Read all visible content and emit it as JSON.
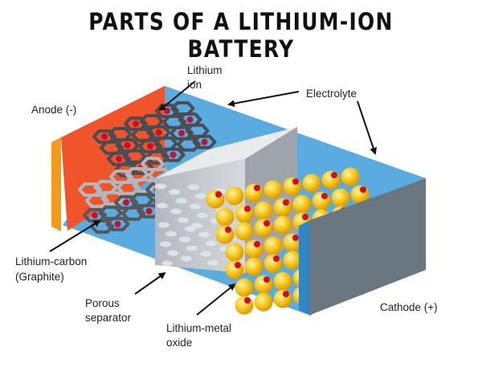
{
  "title": "PARTS OF A LITHIUM-ION BATTERY",
  "labels": {
    "lithium_ion": [
      "Lithium",
      "ion"
    ],
    "electrolyte": "Electrolyte",
    "anode": "Anode (-)",
    "lithium_carbon": [
      "Lithium-carbon",
      "(Graphite)"
    ],
    "porous_separator": [
      "Porous",
      "separator"
    ],
    "lithium_metal_oxide": [
      "Lithium-metal",
      "oxide"
    ],
    "cathode": "Cathode (+)"
  },
  "colors": {
    "electrolyte": "#5aabe0",
    "anode_face": "#f0542a",
    "anode_edge": "#f39a1c",
    "graphite": "#55585c",
    "lithium_ion": "#c8102e",
    "separator": "#c9ccd0",
    "metal_oxide": "#f7c81a",
    "cathode_face": "#6a7680",
    "cathode_edge": "#2f86c3"
  }
}
